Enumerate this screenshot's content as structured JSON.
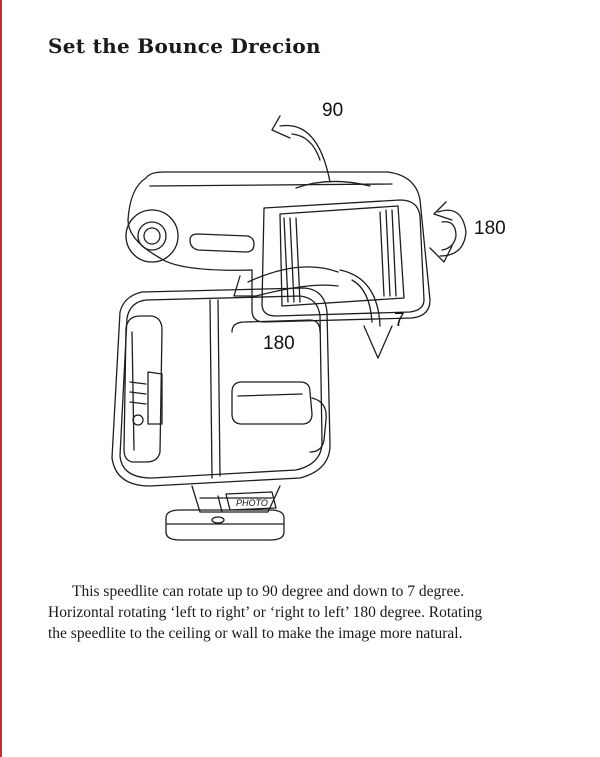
{
  "page": {
    "title": "Set the Bounce Drecion"
  },
  "figure": {
    "labels": {
      "up": "90",
      "right": "180",
      "left": "180",
      "down": "7"
    },
    "logo_text": "PHOTO"
  },
  "description": {
    "lines": [
      "This speedlite can rotate up to 90 degree and down to 7 degree.",
      "Horizontal rotating ‘left to right’ or ‘right to left’ 180 degree. Rotating",
      "the speedlite to the ceiling or wall to make the image more natural."
    ]
  }
}
